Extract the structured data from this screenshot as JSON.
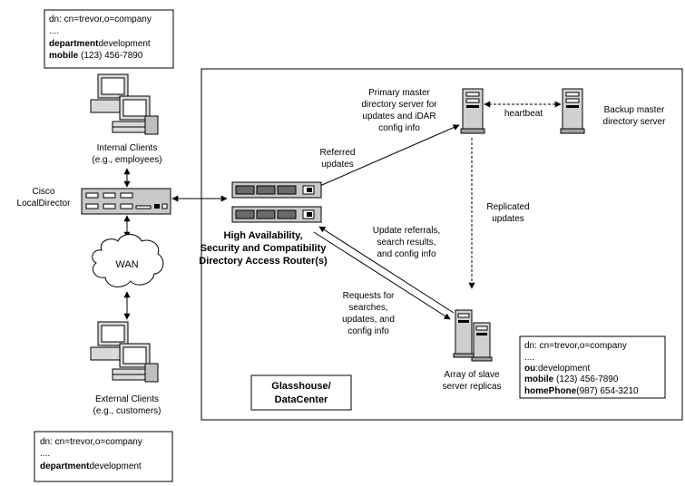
{
  "entries": {
    "top": {
      "dn": "dn: cn=trevor,o=company",
      "ellipsis": "....",
      "dept_key": "department",
      "dept_val": "development",
      "mobile_key": "mobile",
      "mobile_val": " (123) 456-7890"
    },
    "bottom": {
      "dn": "dn: cn=trevor,o=company",
      "ellipsis": "....",
      "dept_key": "department",
      "dept_val": "development"
    },
    "right": {
      "dn": "dn: cn=trevor,o=company",
      "ellipsis": "....",
      "ou_key": "ou",
      "ou_val": ":development",
      "mobile_key": "mobile",
      "mobile_val": " (123) 456-7890",
      "home_key": "homePhone",
      "home_val": "(987) 654-3210"
    }
  },
  "labels": {
    "internal_clients": [
      "Internal Clients",
      "(e.g., employees)"
    ],
    "external_clients": [
      "External Clients",
      "(e.g., customers)"
    ],
    "cisco": [
      "Cisco",
      "LocalDirector"
    ],
    "wan": "WAN",
    "primary_master": [
      "Primary master",
      "directory server for",
      "updates and iDAR",
      "config info"
    ],
    "backup_master": [
      "Backup master",
      "directory server"
    ],
    "heartbeat": "heartbeat",
    "referred_updates": [
      "Referred",
      "updates"
    ],
    "replicated_updates": [
      "Replicated",
      "updates"
    ],
    "update_referrals": [
      "Update referrals,",
      "search results,",
      "and config info"
    ],
    "requests": [
      "Requests for",
      "searches,",
      "updates, and",
      "config info"
    ],
    "router": [
      "High Availability,",
      "Security and Compatibility",
      "Directory Access Router(s)"
    ],
    "slave_array": [
      "Array of slave",
      "server replicas"
    ],
    "glasshouse": [
      "Glasshouse/",
      "DataCenter"
    ]
  }
}
